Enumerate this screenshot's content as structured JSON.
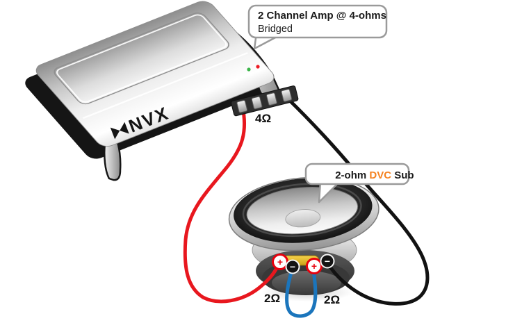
{
  "callouts": {
    "amp": {
      "line1": "2 Channel Amp @ 4-ohms",
      "line2": "Bridged"
    },
    "sub": {
      "prefix": "2-ohm ",
      "highlight": "DVC",
      "suffix": " Sub"
    }
  },
  "labels": {
    "amp_impedance": "4Ω",
    "coil_left": "2Ω",
    "coil_right": "2Ω"
  },
  "amp": {
    "brand": "NVX",
    "leds": [
      {
        "name": "green-led",
        "color": "#3cb54a"
      },
      {
        "name": "red-led",
        "color": "#ed1c24"
      }
    ]
  },
  "terminals": [
    {
      "polarity": "+"
    },
    {
      "polarity": "−"
    },
    {
      "polarity": "+"
    },
    {
      "polarity": "−"
    }
  ],
  "colors": {
    "positive_wire": "#e8171e",
    "negative_wire": "#121212",
    "jumper_wire": "#1b75bc",
    "dvc_highlight": "#f58220",
    "positive_terminal": "#e8000d",
    "negative_terminal": "#141414",
    "callout_border": "#9a9a9a"
  }
}
